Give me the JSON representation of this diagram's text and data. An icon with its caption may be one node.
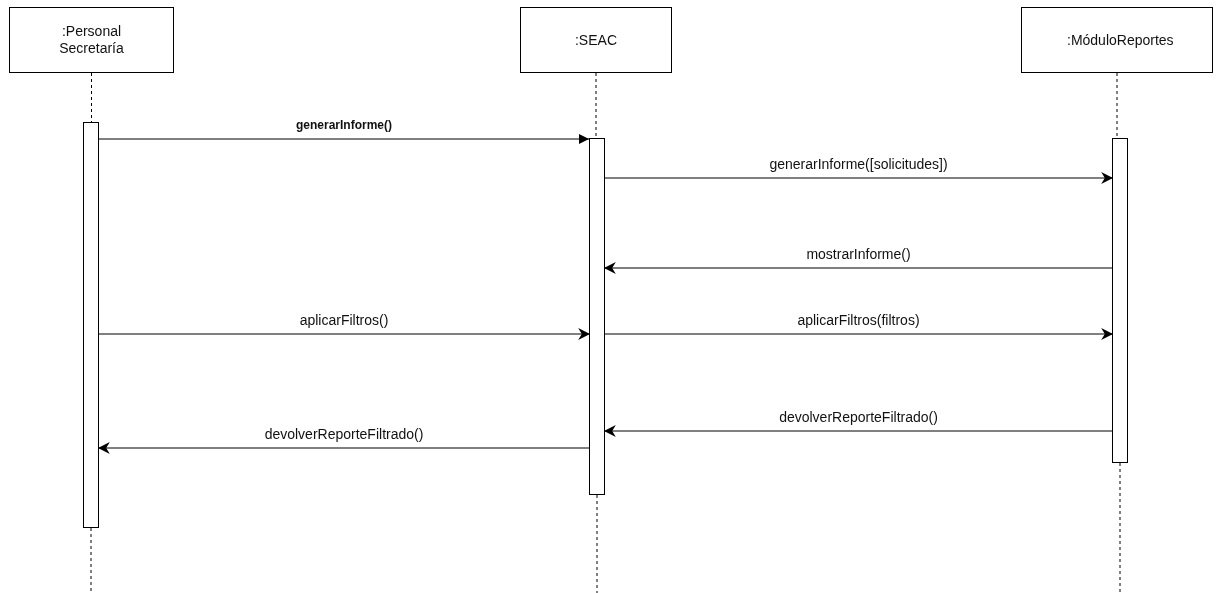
{
  "diagram": {
    "nodes": [
      {
        "text": [
          ":Personal Secretaría"
        ]
      },
      {
        "text": [
          ":SEAC"
        ]
      },
      {
        "text": [
          ":MóduloReportes"
        ]
      },
      {
        "text": [],
        "shape": "bar"
      },
      {
        "text": [],
        "shape": "bar"
      },
      {
        "text": [],
        "shape": "bar"
      }
    ],
    "edges": [
      {
        "from": 3,
        "to": 4,
        "arrow": "to",
        "label": "generarInforme()"
      },
      {
        "from": 4,
        "to": 5,
        "arrow": "to",
        "label": "generarInforme([solicitudes])"
      },
      {
        "from": 5,
        "to": 4,
        "arrow": "to",
        "label": "mostrarInforme()"
      },
      {
        "from": 3,
        "to": 4,
        "arrow": "to",
        "label": "aplicarFiltros()"
      },
      {
        "from": 4,
        "to": 5,
        "arrow": "to",
        "label": "aplicarFiltros(filtros)"
      },
      {
        "from": 5,
        "to": 4,
        "arrow": "to",
        "label": "devolverReporteFiltrado()"
      },
      {
        "from": 4,
        "to": 3,
        "arrow": "to",
        "label": "devolverReporteFiltrado()"
      },
      {
        "from": 0,
        "to": 3,
        "arrow": "none",
        "style": "dashed"
      },
      {
        "from": 3,
        "to": null,
        "arrow": "none",
        "style": "dashed"
      },
      {
        "from": 1,
        "to": 4,
        "arrow": "none",
        "style": "dashed"
      },
      {
        "from": 4,
        "to": null,
        "arrow": "none",
        "style": "dashed"
      },
      {
        "from": 2,
        "to": 5,
        "arrow": "none",
        "style": "dashed"
      },
      {
        "from": 5,
        "to": null,
        "arrow": "none",
        "style": "dashed"
      }
    ]
  }
}
